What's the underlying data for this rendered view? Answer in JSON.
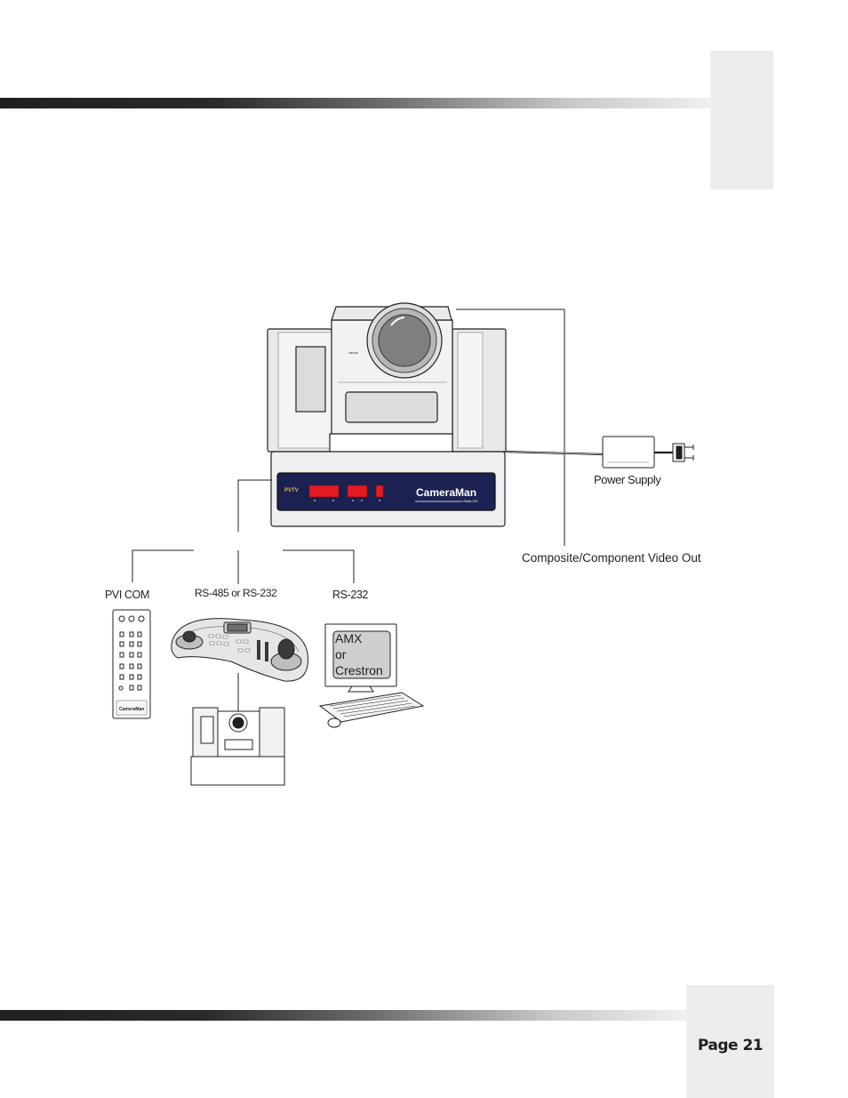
{
  "page": {
    "number_label": "Page 21"
  },
  "camera": {
    "brand_badge": "PVTV",
    "model_label": "CameraMan",
    "model_sub": "ANALOG"
  },
  "labels": {
    "power_supply": "Power Supply",
    "video_out": "Composite/Component  Video Out",
    "pvi_com": "PVI COM",
    "rs485_or_rs232": "RS-485 or RS-232",
    "rs232": "RS-232"
  },
  "remote": {
    "brand_label": "CameraMan"
  },
  "monitor": {
    "screen_lines": [
      "AMX",
      "or",
      "Crestron"
    ]
  },
  "colors": {
    "panel_navy": "#1b2150",
    "panel_red": "#e31b23",
    "bar_dark": "#231f20"
  }
}
